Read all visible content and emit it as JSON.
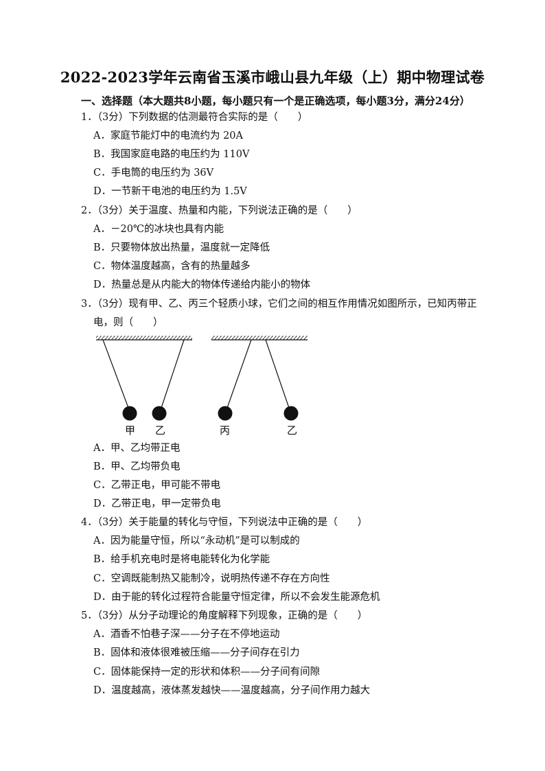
{
  "title": "2022-2023学年云南省玉溪市峨山县九年级（上）期中物理试卷",
  "section": "一、选择题（本大题共8小题，每小题只有一个是正确选项，每小题3分，满分24分）",
  "questions": [
    {
      "stem": "1．（3分）下列数据的估测最符合实际的是（　　）",
      "options": [
        "A．家庭节能灯中的电流约为 20A",
        "B．我国家庭电路的电压约为 110V",
        "C．手电筒的电压约为 36V",
        "D．一节新干电池的电压约为 1.5V"
      ]
    },
    {
      "stem": "2．（3分）关于温度、热量和内能，下列说法正确的是（　　）",
      "options": [
        "A．－20℃的冰块也具有内能",
        "B．只要物体放出热量，温度就一定降低",
        "C．物体温度越高，含有的热量越多",
        "D．热量总是从内能大的物体传递给内能小的物体"
      ]
    },
    {
      "stem": "3．（3分）现有甲、乙、丙三个轻质小球，它们之间的相互作用情况如图所示，已知丙带正",
      "stem_cont": "电，则（　　）",
      "options": [
        "A．甲、乙均带正电",
        "B．甲、乙均带负电",
        "C．乙带正电，甲可能不带电",
        "D．乙带正电，甲一定带负电"
      ]
    },
    {
      "stem": "4．（3分）关于能量的转化与守恒，下列说法中正确的是（　　）",
      "options": [
        "A．因为能量守恒，所以“永动机”是可以制成的",
        "B．给手机充电时是将电能转化为化学能",
        "C．空调既能制热又能制冷，说明热传递不存在方向性",
        "D．由于能的转化过程符合能量守恒定律，所以不会发生能源危机"
      ]
    },
    {
      "stem": "5．（3分）从分子动理论的角度解释下列现象，正确的是（　　）",
      "options": [
        "A．酒香不怕巷子深——分子在不停地运动",
        "B．固体和液体很难被压缩——分子间存在引力",
        "C．固体能保持一定的形状和体积——分子间有间隙",
        "D．温度越高，液体蒸发越快——温度越高，分子间作用力越大"
      ]
    }
  ],
  "figure": {
    "labels": [
      "甲",
      "乙",
      "丙",
      "乙"
    ]
  }
}
